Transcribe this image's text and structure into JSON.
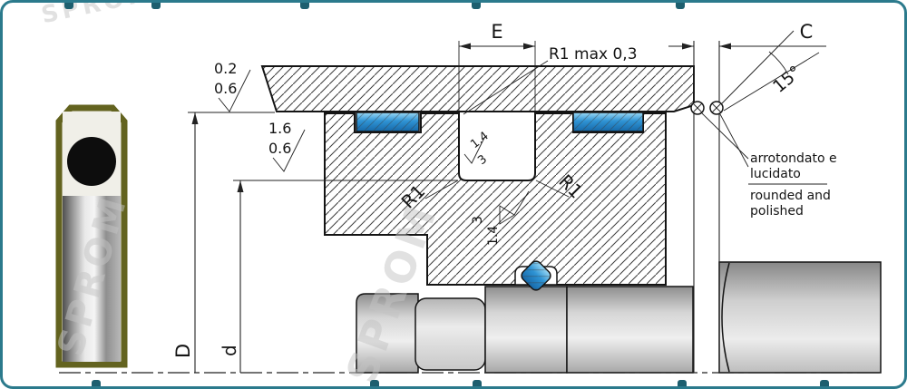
{
  "drawing": {
    "watermark": "SPROM",
    "dims": {
      "E": "E",
      "C": "C",
      "D": "D",
      "d_lower": "d",
      "r1_note": "R1 max 0,3",
      "angle_15": "15°",
      "r1_left": "R1",
      "r1_right": "R1"
    },
    "roughness": {
      "top_a": "0.2",
      "top_b": "0.6",
      "mid_a": "1.6",
      "mid_b": "0.6",
      "groove_a": "1.4",
      "groove_b": "3",
      "side_a": "3",
      "side_b": "1.4"
    },
    "edge_note": {
      "it_line1": "arrotondato e",
      "it_line2": "lucidato",
      "en_line1": "rounded and",
      "en_line2": "polished"
    },
    "colors": {
      "frame_teal": "#2b7a8c",
      "seal_blue": "#2e93d4",
      "gasket_olive": "#63631f",
      "hatch_black": "#3c3c3c"
    }
  }
}
